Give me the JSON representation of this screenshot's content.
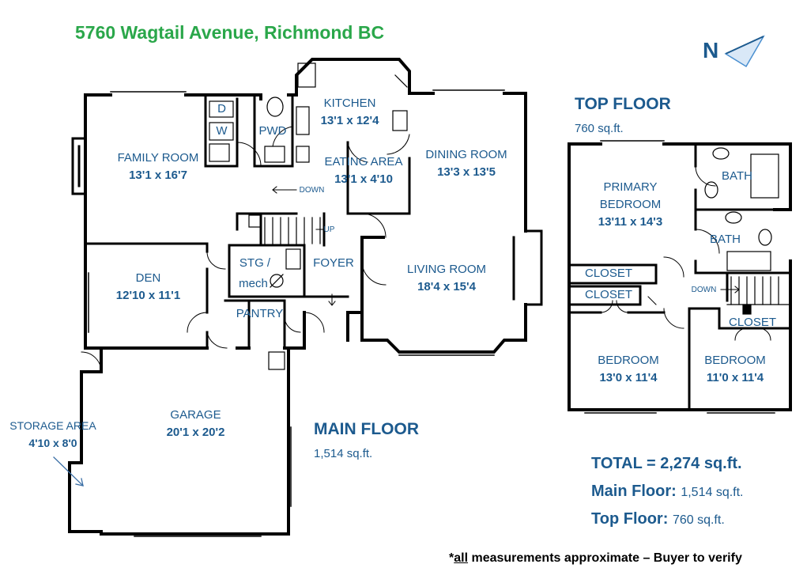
{
  "title": "5760 Wagtail Avenue, Richmond BC",
  "north_label": "N",
  "main_floor": {
    "heading": "MAIN FLOOR",
    "sqft": "1,514 sq.ft.",
    "rooms": [
      {
        "name": "FAMILY ROOM",
        "dim": "13'1 x 16'7"
      },
      {
        "name": "KITCHEN",
        "dim": "13'1 x 12'4"
      },
      {
        "name": "EATING AREA",
        "dim": "13'1 x 4'10"
      },
      {
        "name": "DINING ROOM",
        "dim": "13'3 x 13'5"
      },
      {
        "name": "LIVING ROOM",
        "dim": "18'4 x 15'4"
      },
      {
        "name": "DEN",
        "dim": "12'10 x 11'1"
      },
      {
        "name": "GARAGE",
        "dim": "20'1 x 20'2"
      },
      {
        "name": "STORAGE AREA",
        "dim": "4'10 x 8'0"
      }
    ],
    "labels": {
      "pwd": "PWD",
      "d": "D",
      "w": "W",
      "foyer": "FOYER",
      "stg": "STG /",
      "mech": "mech",
      "pantry": "PANTRY",
      "down": "DOWN",
      "up": "UP"
    }
  },
  "top_floor": {
    "heading": "TOP FLOOR",
    "sqft": "760 sq.ft.",
    "rooms": [
      {
        "name": "PRIMARY",
        "name2": "BEDROOM",
        "dim": "13'11 x 14'3"
      },
      {
        "name": "BEDROOM",
        "dim": "13'0 x 11'4"
      },
      {
        "name": "BEDROOM",
        "dim": "11'0 x 11'4"
      }
    ],
    "labels": {
      "bath1": "BATH",
      "bath2": "BATH",
      "closet1": "CLOSET",
      "closet2": "CLOSET",
      "closet3": "CLOSET",
      "down": "DOWN"
    }
  },
  "totals": {
    "total": "TOTAL = 2,274 sq.ft.",
    "main_label": "Main Floor:",
    "main_value": "1,514 sq.ft.",
    "top_label": "Top Floor:",
    "top_value": "760 sq.ft."
  },
  "disclaimer": {
    "prefix": "*",
    "underlined": "all",
    "rest": " measurements approximate – Buyer to verify"
  },
  "colors": {
    "title": "#2aa74a",
    "labels": "#1c5a8e",
    "walls": "#000000",
    "north_arrow": "#4a8fd0"
  }
}
